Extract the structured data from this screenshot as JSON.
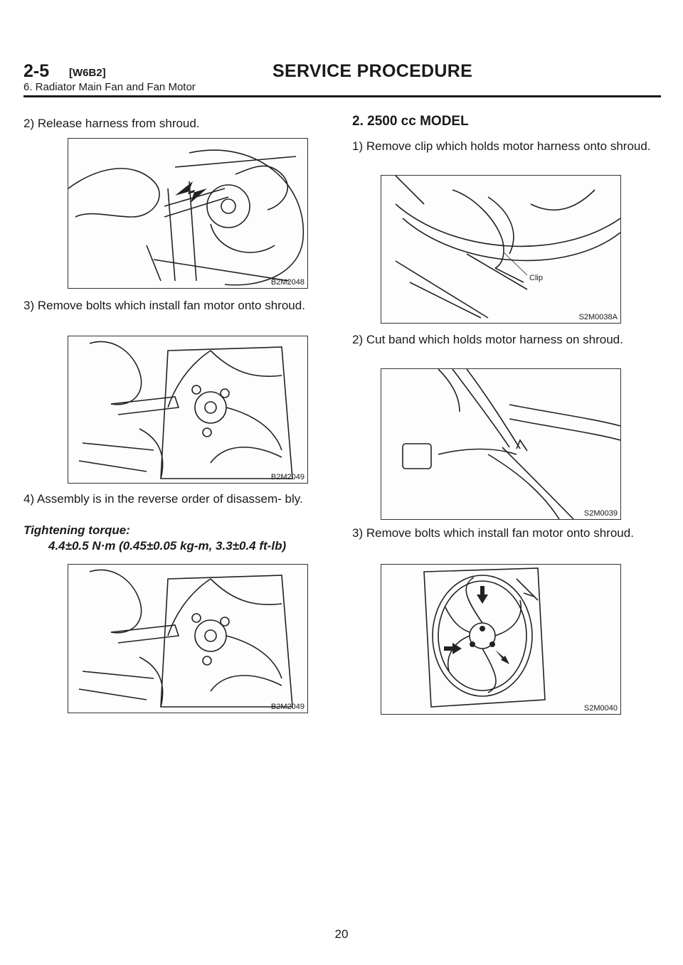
{
  "header": {
    "code": "2-5",
    "ref": "[W6B2]",
    "title": "SERVICE PROCEDURE",
    "subtitle": "6. Radiator Main Fan and Fan Motor"
  },
  "left": {
    "step2": "2) Release harness from shroud.",
    "fig1_id": "B2M2048",
    "step3": "3) Remove bolts which install fan motor onto shroud.",
    "fig2_id": "B2M2049",
    "step4": "4) Assembly is in the reverse order of disassem- bly.",
    "torque_label": "Tightening torque:",
    "torque_value": "4.4±0.5 N·m (0.45±0.05 kg-m, 3.3±0.4 ft-lb)",
    "fig3_id": "B2M2049"
  },
  "right": {
    "heading": "2. 2500 cc MODEL",
    "step1": "1) Remove clip which holds motor harness onto shroud.",
    "fig4_id": "S2M0038A",
    "fig4_clip": "Clip",
    "step2": "2) Cut band which holds motor harness on shroud.",
    "fig5_id": "S2M0039",
    "step3": "3) Remove bolts which install fan motor onto shroud.",
    "fig6_id": "S2M0040"
  },
  "page_number": "20"
}
